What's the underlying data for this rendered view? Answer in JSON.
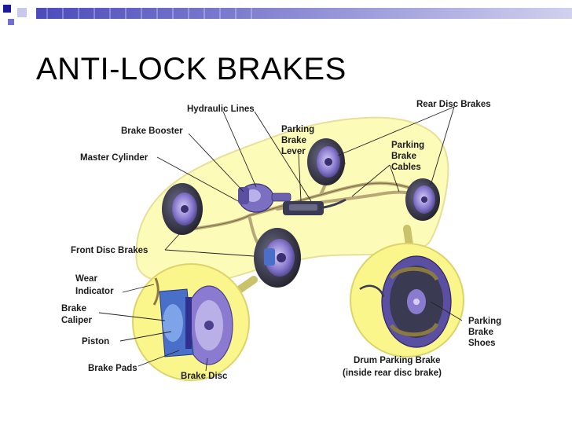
{
  "slide": {
    "title": "ANTI-LOCK BRAKES"
  },
  "diagram": {
    "labels": {
      "hydraulic_lines": "Hydraulic Lines",
      "rear_disc_brakes": "Rear Disc Brakes",
      "brake_booster": "Brake Booster",
      "parking_brake_lever": [
        "Parking",
        "Brake",
        "Lever"
      ],
      "master_cylinder": "Master Cylinder",
      "parking_brake_cables": [
        "Parking",
        "Brake",
        "Cables"
      ],
      "front_disc_brakes": "Front Disc Brakes",
      "wear_indicator": [
        "Wear",
        "Indicator"
      ],
      "brake_caliper": [
        "Brake",
        "Caliper"
      ],
      "piston": "Piston",
      "brake_pads": "Brake Pads",
      "brake_disc": "Brake Disc",
      "drum_parking_brake": [
        "Drum Parking Brake",
        "(inside rear disc brake)"
      ],
      "parking_brake_shoes": [
        "Parking",
        "Brake",
        "Shoes"
      ]
    }
  },
  "colors": {
    "deco_bar": "#2b2bb0",
    "car_fill": "#fdfbb8",
    "lens_fill": "#fbf68c",
    "wheel_dark": "#3a3a52",
    "rotor_purple": "#8a7bd0",
    "caliper_blue": "#4a6fc8"
  }
}
